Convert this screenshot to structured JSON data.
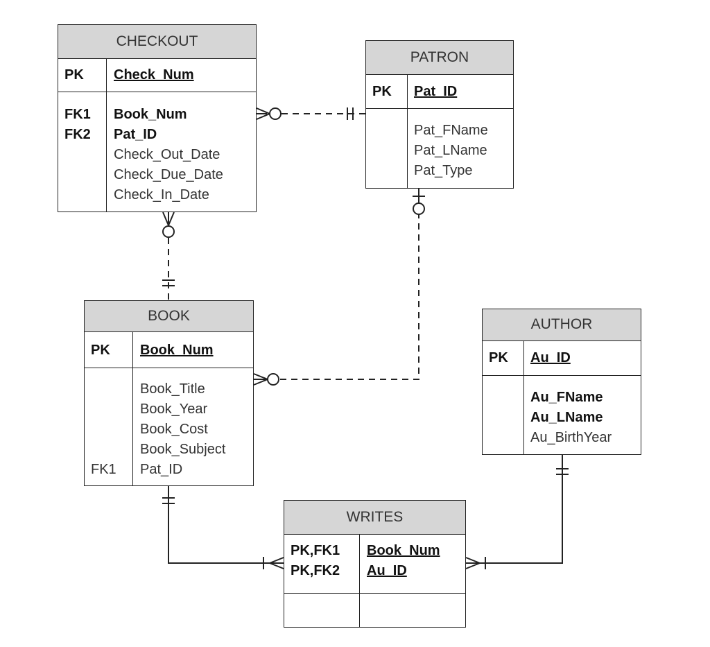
{
  "entities": {
    "checkout": {
      "name": "CHECKOUT",
      "pk_key": "PK",
      "pk_attr": "Check_Num",
      "fk_keys": [
        "FK1",
        "FK2"
      ],
      "attrs": [
        "Book_Num",
        "Pat_ID",
        "Check_Out_Date",
        "Check_Due_Date",
        "Check_In_Date"
      ]
    },
    "patron": {
      "name": "PATRON",
      "pk_key": "PK",
      "pk_attr": "Pat_ID",
      "attrs": [
        "Pat_FName",
        "Pat_LName",
        "Pat_Type"
      ]
    },
    "book": {
      "name": "BOOK",
      "pk_key": "PK",
      "pk_attr": "Book_Num",
      "fk_keys": [
        "FK1"
      ],
      "attrs": [
        "Book_Title",
        "Book_Year",
        "Book_Cost",
        "Book_Subject",
        "Pat_ID"
      ]
    },
    "author": {
      "name": "AUTHOR",
      "pk_key": "PK",
      "pk_attr": "Au_ID",
      "attrs": [
        "Au_FName",
        "Au_LName",
        "Au_BirthYear"
      ]
    },
    "writes": {
      "name": "WRITES",
      "pk_keys": [
        "PK,FK1",
        "PK,FK2"
      ],
      "pk_attrs": [
        "Book_Num",
        "Au_ID"
      ]
    }
  },
  "relationships": [
    {
      "from": "CHECKOUT",
      "to": "PATRON",
      "from_end": "zero-or-many",
      "to_end": "one-and-only-one",
      "line": "dashed"
    },
    {
      "from": "CHECKOUT",
      "to": "BOOK",
      "from_end": "zero-or-many",
      "to_end": "one-and-only-one",
      "line": "dashed"
    },
    {
      "from": "BOOK",
      "to": "PATRON",
      "from_end": "zero-or-many",
      "to_end": "zero-or-one",
      "line": "dashed"
    },
    {
      "from": "BOOK",
      "to": "WRITES",
      "from_end": "one-and-only-one",
      "to_end": "one-or-many",
      "line": "solid"
    },
    {
      "from": "AUTHOR",
      "to": "WRITES",
      "from_end": "one-and-only-one",
      "to_end": "one-or-many",
      "line": "solid"
    }
  ]
}
